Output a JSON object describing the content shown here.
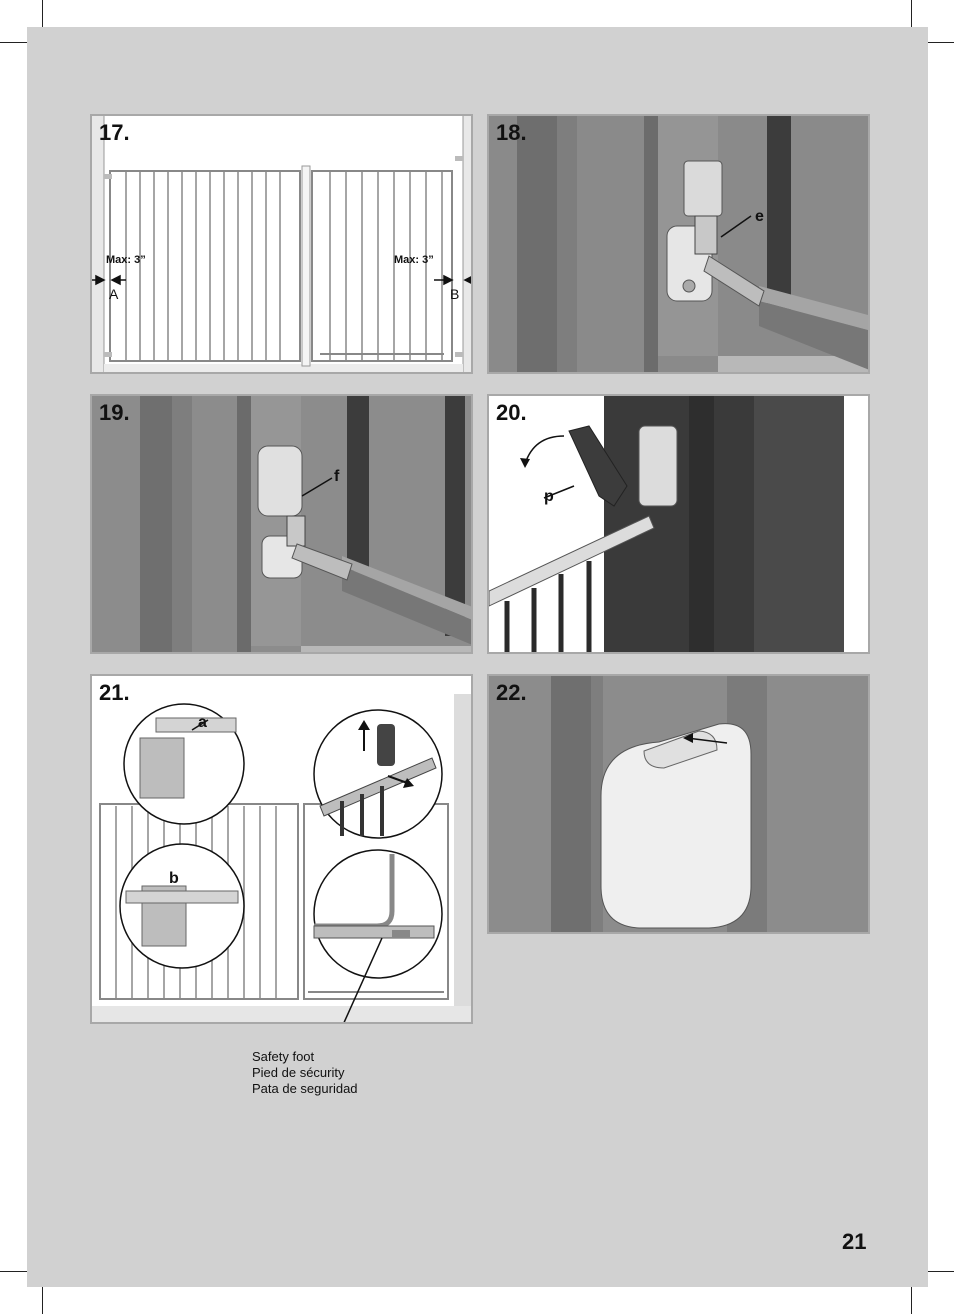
{
  "steps": {
    "s17": {
      "number": "17.",
      "max_left": "Max: 3”",
      "max_right": "Max: 3”",
      "label_a": "A",
      "label_b": "B"
    },
    "s18": {
      "number": "18.",
      "callout": "e"
    },
    "s19": {
      "number": "19.",
      "callout": "f"
    },
    "s20": {
      "number": "20.",
      "callout": "p"
    },
    "s21": {
      "number": "21.",
      "callout_a": "a",
      "callout_b": "b"
    },
    "s22": {
      "number": "22."
    }
  },
  "safety_foot": {
    "en": "Safety foot",
    "fr": "Pied de sécurity",
    "es": "Pata de seguridad"
  },
  "page_number": "21"
}
